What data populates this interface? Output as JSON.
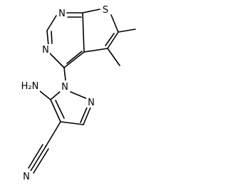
{
  "molecule": {
    "atoms": {
      "N_pyrimidine_top": "N",
      "N_pyrimidine_left": "N",
      "S_thiophene": "S",
      "N_pyrazole_1": "N",
      "N_pyrazole_2": "N",
      "amino_group": "H₂N",
      "nitrile_N": "N"
    }
  }
}
